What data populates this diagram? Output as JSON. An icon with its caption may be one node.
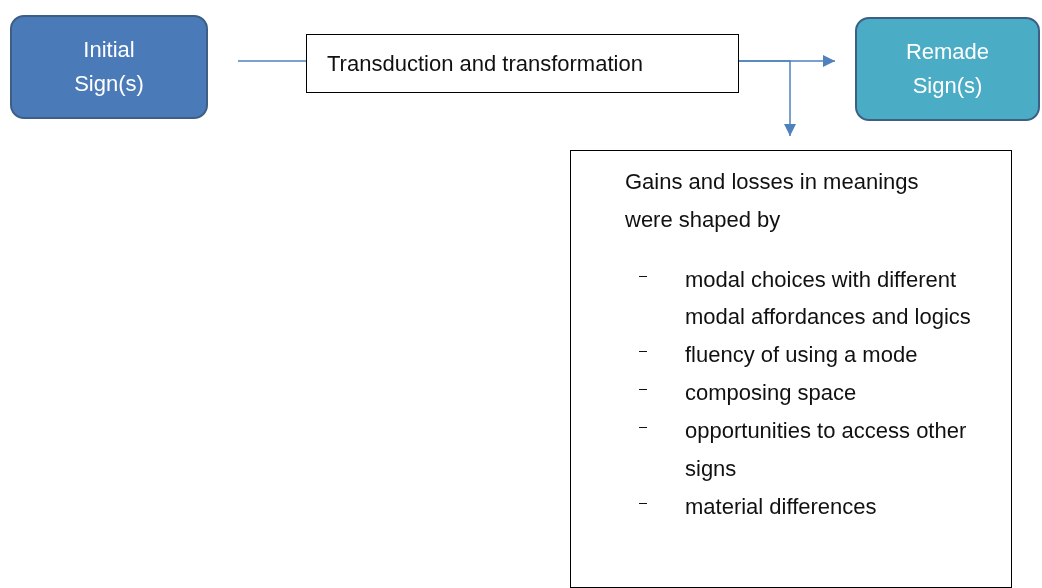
{
  "diagram": {
    "nodes": [
      {
        "text": [
          "Initial Sign(s)"
        ]
      },
      {
        "text": [
          "Transduction and transformation"
        ]
      },
      {
        "text": [
          "Remade Sign(s)"
        ]
      },
      {
        "text": [
          "Gains and losses in meanings were shaped by",
          "modal choices with different modal affordances and logics",
          "fluency of using a mode",
          "composing space",
          "opportunities to access other signs",
          "material differences"
        ]
      }
    ],
    "edges": [
      {
        "from": 0,
        "to": 1,
        "arrow": "none"
      },
      {
        "from": 1,
        "to": 2,
        "arrow": "to"
      },
      {
        "from": 1,
        "to": 3,
        "arrow": "to"
      }
    ]
  }
}
